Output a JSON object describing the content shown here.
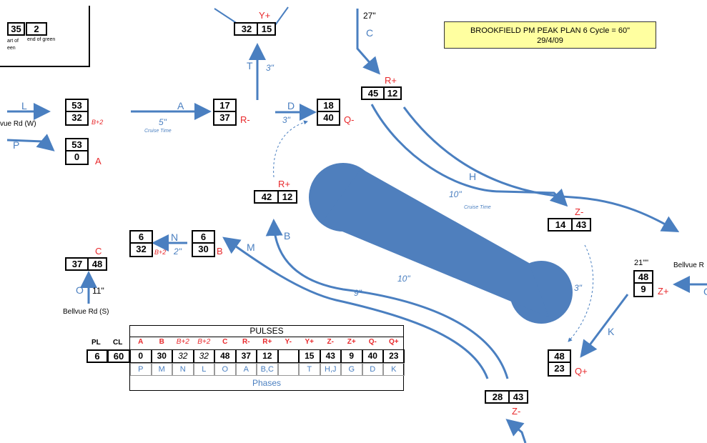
{
  "title_box": {
    "line1": "BROOKFIELD   PM PEAK  PLAN 6   Cycle = 60\"",
    "line2": "29/4/09"
  },
  "legend_box": {
    "value1": "35",
    "value2": "2",
    "caption1": "art of",
    "caption2": "end of green",
    "caption3": "een"
  },
  "roads": {
    "west": "vue Rd (W)",
    "south": "Bellvue Rd (S)",
    "east": "Bellvue R"
  },
  "boxes": {
    "top_center": {
      "top": "32",
      "bottom": "15"
    },
    "left_l": {
      "top": "53",
      "bottom": "32"
    },
    "left_p": {
      "top": "53",
      "bottom": "0"
    },
    "center_a": {
      "top": "17",
      "bottom": "37"
    },
    "center_d": {
      "top": "18",
      "bottom": "40"
    },
    "top_right": {
      "top": "45",
      "bottom": "12"
    },
    "mid_center": {
      "top": "42",
      "bottom": "12"
    },
    "mid_z": {
      "top": "14",
      "bottom": "43"
    },
    "left_n": {
      "top": "6",
      "bottom": "32"
    },
    "left_b": {
      "top": "6",
      "bottom": "30"
    },
    "left_c": {
      "top": "37",
      "bottom": "48"
    },
    "right_z": {
      "top": "48",
      "bottom": "9"
    },
    "bottom_q": {
      "top": "48",
      "bottom": "23"
    },
    "bottom_z": {
      "top": "28",
      "bottom": "43"
    }
  },
  "signal_labels": {
    "y_plus": "Y+",
    "r_minus": "R-",
    "q_minus": "Q-",
    "r_plus_top": "R+",
    "a": "A",
    "r_plus_mid": "R+",
    "z_minus_mid": "Z-",
    "b": "B",
    "c": "C",
    "z_plus": "Z+",
    "q_plus": "Q+",
    "z_minus_bottom": "Z-",
    "b_plus_2_left": "B+2",
    "b_plus_2_mid": "B+2"
  },
  "phase_labels": {
    "L": "L",
    "P": "P",
    "A": "A",
    "T": "T",
    "D": "D",
    "C": "C",
    "H": "H",
    "B": "B",
    "N": "N",
    "M": "M",
    "O": "O",
    "K": "K",
    "G": "G"
  },
  "times": {
    "t_top_right": "27\"",
    "t_T": "3\"",
    "t_A": "5\"",
    "t_D": "3\"",
    "t_H": "10\"",
    "t_B": "10\"",
    "t_M": "9\"",
    "t_N": "2\"",
    "t_O": "11\"",
    "t_right": "3\"",
    "t_east": "21\"\"",
    "cruise1": "Cruise Time",
    "cruise2": "Cruise Time"
  },
  "pulses": {
    "title": "PULSES",
    "pl_label": "PL",
    "cl_label": "CL",
    "pl_value": "6",
    "cl_value": "60",
    "headers": [
      "A",
      "B",
      "B+2",
      "B+2",
      "C",
      "R-",
      "R+",
      "Y-",
      "Y+",
      "Z-",
      "Z+",
      "Q-",
      "Q+"
    ],
    "values": [
      "0",
      "30",
      "32",
      "32",
      "48",
      "37",
      "12",
      "",
      "15",
      "43",
      "9",
      "40",
      "23"
    ],
    "phases": [
      "P",
      "M",
      "N",
      "L",
      "O",
      "A",
      "B,C",
      "",
      "T",
      "H,J",
      "G",
      "D",
      "K"
    ],
    "phases_label": "Phases"
  },
  "colors": {
    "red": "#e8282b",
    "blue": "#4a7fc0",
    "shape": "#4f7fbd",
    "title_bg": "#ffffa0"
  }
}
